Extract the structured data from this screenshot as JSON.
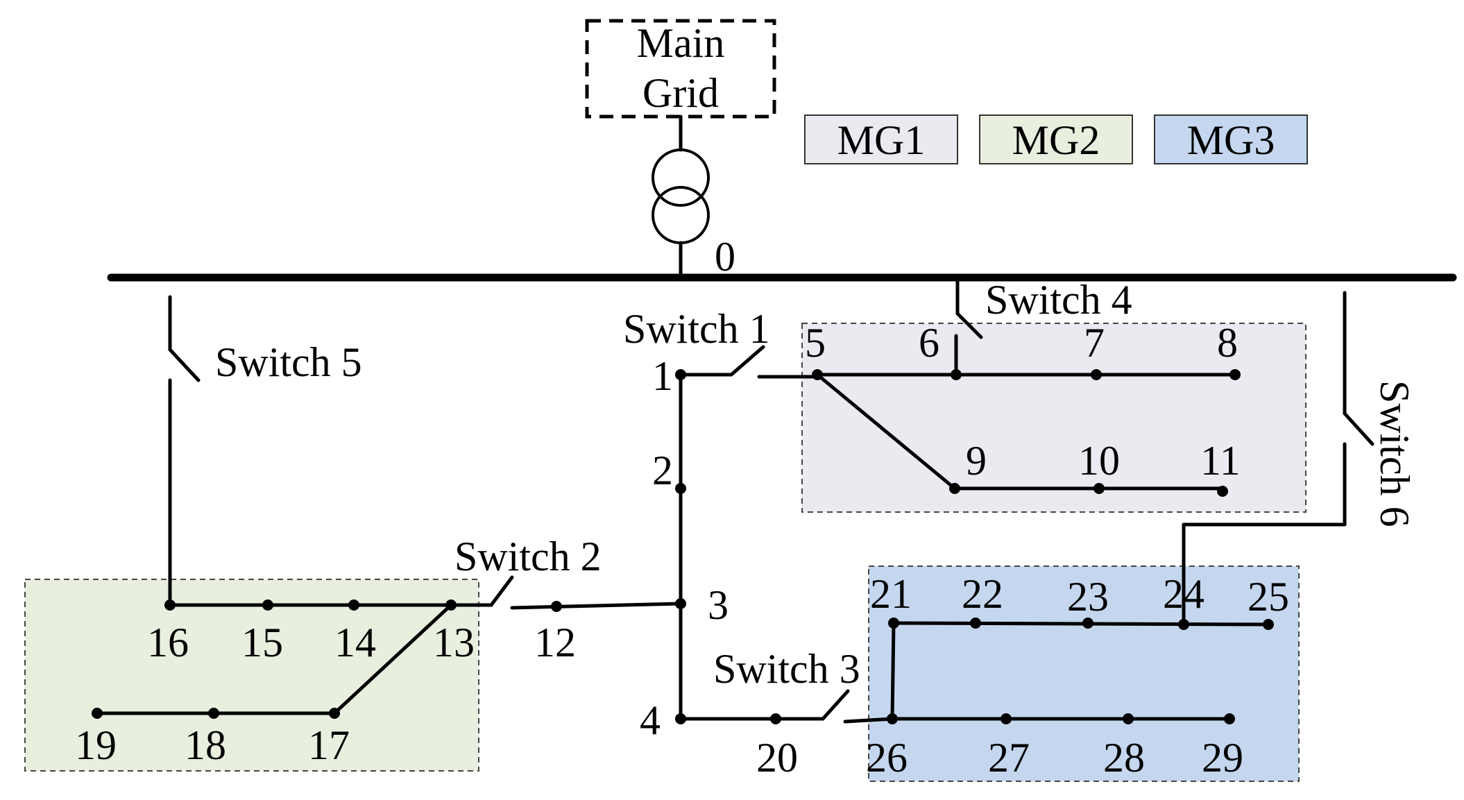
{
  "main_grid": {
    "line1": "Main",
    "line2": "Grid"
  },
  "bus_label": "0",
  "legend": [
    {
      "label": "MG1",
      "color": "#ede9f0"
    },
    {
      "label": "MG2",
      "color": "#e9efdf"
    },
    {
      "label": "MG3",
      "color": "#c5d7ef"
    }
  ],
  "regions": {
    "mg1": "#ede9f0",
    "mg2": "#e9efdf",
    "mg3": "#c5d7ef"
  },
  "switches": [
    "Switch 1",
    "Switch 2",
    "Switch 3",
    "Switch 4",
    "Switch 5",
    "Switch 6"
  ],
  "nodes": [
    "1",
    "2",
    "3",
    "4",
    "5",
    "6",
    "7",
    "8",
    "9",
    "10",
    "11",
    "12",
    "13",
    "14",
    "15",
    "16",
    "17",
    "18",
    "19",
    "20",
    "21",
    "22",
    "23",
    "24",
    "25",
    "26",
    "27",
    "28",
    "29"
  ]
}
